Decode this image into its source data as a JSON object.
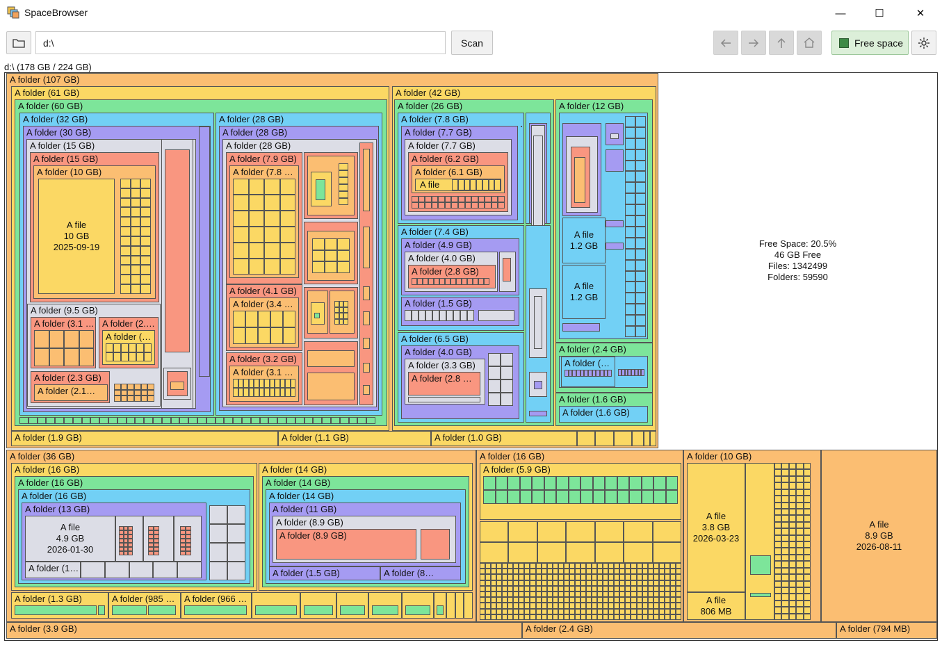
{
  "window": {
    "title": "SpaceBrowser",
    "minimize": "—",
    "maximize": "☐",
    "close": "✕"
  },
  "toolbar": {
    "path_value": "d:\\",
    "scan_label": "Scan",
    "free_space_label": "Free space",
    "free_space_icon_color": "#3d8a45"
  },
  "root_label": "d:\\ (178 GB / 224 GB)",
  "free_panel": {
    "line1": "Free Space: 20.5%",
    "line2": "46 GB Free",
    "line3": "Files: 1342499",
    "line4": "Folders: 59590"
  },
  "colors": {
    "orange": "#fbbe72",
    "yellow": "#fbd864",
    "green": "#7de59a",
    "cyan": "#72d0f5",
    "purple": "#a59bf2",
    "gray": "#dcdde6",
    "salmon": "#f99680"
  },
  "tree": {
    "f107": "A folder (107 GB)",
    "f61": "A folder (61 GB)",
    "f60": "A folder (60 GB)",
    "f32": "A folder (32 GB)",
    "f30": "A folder (30 GB)",
    "f15": "A folder (15 GB)",
    "f15b": "A folder (15 GB)",
    "f10": "A folder (10 GB)",
    "file10": [
      "A file",
      "10 GB",
      "2025-09-19"
    ],
    "f95": "A folder (9.5 GB)",
    "f31a": "A folder (3.1 …",
    "f2a": "A folder (2.…",
    "fdots": "A folder (…",
    "f23": "A folder (2.3 GB)",
    "f21": "A folder (2.1…",
    "f28a": "A folder (28 GB)",
    "f28b": "A folder (28 GB)",
    "f28c": "A folder (28 GB)",
    "f79": "A folder (7.9 GB)",
    "f78": "A folder (7.8 …",
    "f41": "A folder (4.1 GB)",
    "f34": "A folder (3.4 …",
    "f32g": "A folder (3.2 GB)",
    "f31b": "A folder (3.1 …",
    "f19": "A folder (1.9 GB)",
    "f11": "A folder (1.1 GB)",
    "f10g": "A folder (1.0 GB)",
    "f42": "A folder (42 GB)",
    "f26": "A folder (26 GB)",
    "f78g": "A folder (7.8 GB)",
    "f77a": "A folder (7.7 GB)",
    "f77b": "A folder (7.7 GB)",
    "f62": "A folder (6.2 GB)",
    "f61g": "A folder (6.1 GB)",
    "afile": "A file",
    "f74": "A folder (7.4 GB)",
    "f49": "A folder (4.9 GB)",
    "f40": "A folder (4.0 GB)",
    "f28g": "A folder (2.8 GB)",
    "f15g": "A folder (1.5 GB)",
    "f65": "A folder (6.5 GB)",
    "f40b": "A folder (4.0 GB)",
    "f33": "A folder (3.3 GB)",
    "f28h": "A folder (2.8 …",
    "f12": "A folder (12 GB)",
    "file12a": [
      "A file",
      "1.2 GB"
    ],
    "file12b": [
      "A file",
      "1.2 GB"
    ],
    "f24": "A folder (2.4 GB)",
    "fdots2": "A folder (…",
    "f16a": "A folder (1.6 GB)",
    "f16b": "A folder (1.6 GB)",
    "f36": "A folder (36 GB)",
    "f16c": "A folder (16 GB)",
    "f16d": "A folder (16 GB)",
    "f16e": "A folder (16 GB)",
    "f13": "A folder (13 GB)",
    "file49": [
      "A file",
      "4.9 GB",
      "2026-01-30"
    ],
    "f1dots": "A folder (1…",
    "f14a": "A folder (14 GB)",
    "f14b": "A folder (14 GB)",
    "f14c": "A folder (14 GB)",
    "f11b": "A folder (11 GB)",
    "f89a": "A folder (8.9 GB)",
    "f89b": "A folder (8.9 GB)",
    "f15h": "A folder (1.5 GB)",
    "f8dots": "A folder (8…",
    "f13b": "A folder (1.3 GB)",
    "f985": "A folder (985 …",
    "f966": "A folder (966 …",
    "f16f": "A folder (16 GB)",
    "f59": "A folder (5.9 GB)",
    "f10h": "A folder (10 GB)",
    "file38": [
      "A file",
      "3.8 GB",
      "2026-03-23"
    ],
    "file806": [
      "A file",
      "806 MB"
    ],
    "file89": [
      "A file",
      "8.9 GB",
      "2026-08-11"
    ],
    "f39": "A folder (3.9 GB)",
    "f24b": "A folder (2.4 GB)",
    "f794": "A folder (794 MB)"
  }
}
